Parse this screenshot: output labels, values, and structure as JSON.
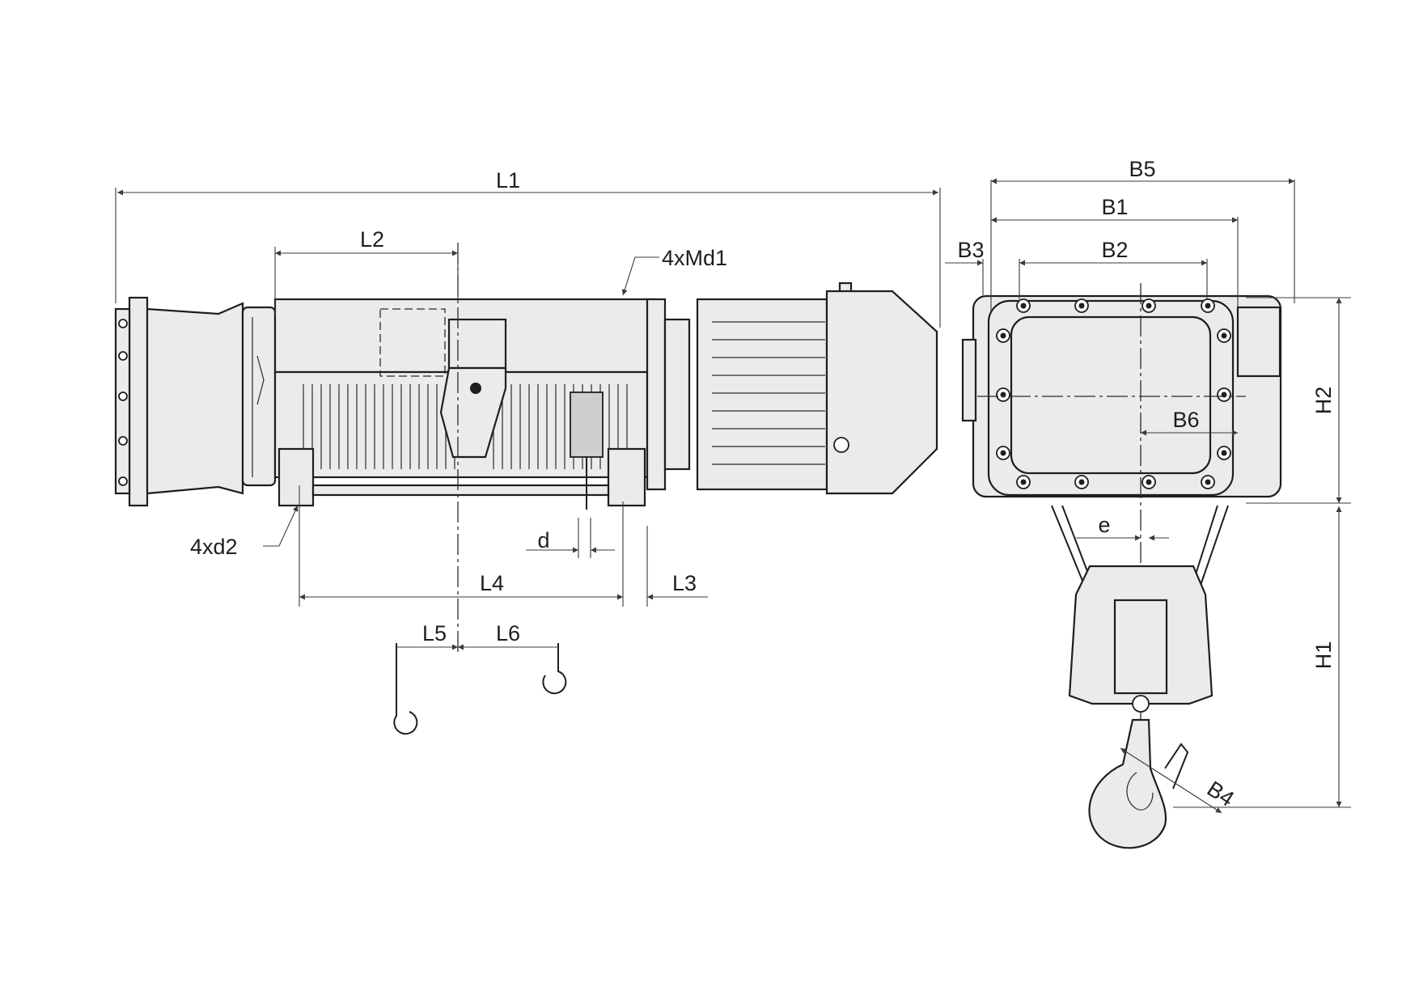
{
  "labels": {
    "L1": "L1",
    "L2": "L2",
    "L3": "L3",
    "L4": "L4",
    "L5": "L5",
    "L6": "L6",
    "Md1": "4xMd1",
    "d2": "4xd2",
    "d": "d",
    "B1": "B1",
    "B2": "B2",
    "B3": "B3",
    "B4": "B4",
    "B5": "B5",
    "B6": "B6",
    "H1": "H1",
    "H2": "H2",
    "e": "e"
  }
}
